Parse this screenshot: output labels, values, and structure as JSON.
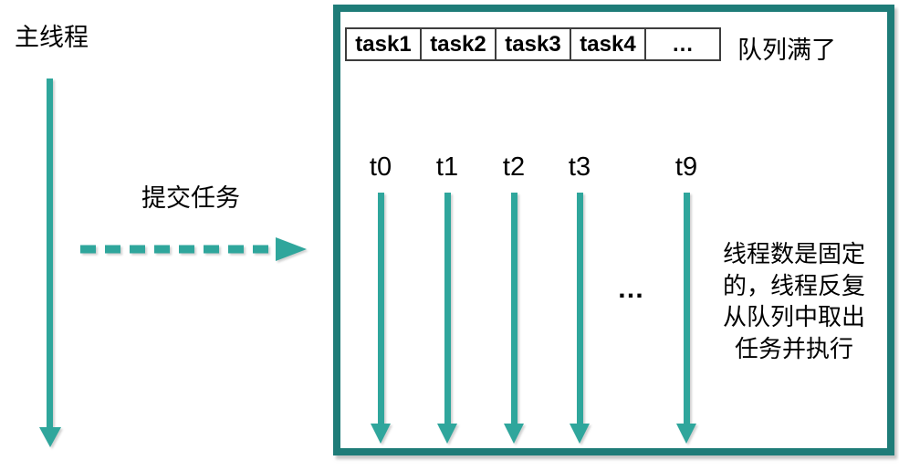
{
  "colors": {
    "arrow_teal": "#2FA69C",
    "box_border_teal": "#1E7C78",
    "queue_border": "#3d3d3d",
    "text": "#000000"
  },
  "main_thread": {
    "label": "主线程"
  },
  "submit": {
    "label": "提交任务"
  },
  "pool_box": {
    "queue": {
      "cells": [
        "task1",
        "task2",
        "task3",
        "task4",
        "…"
      ]
    },
    "queue_full_label": "队列满了",
    "threads": [
      "t0",
      "t1",
      "t2",
      "t3",
      "t9"
    ],
    "threads_ellipsis": "…",
    "note": "线程数是固定\n的，线程反复\n从队列中取出\n任务并执行"
  }
}
